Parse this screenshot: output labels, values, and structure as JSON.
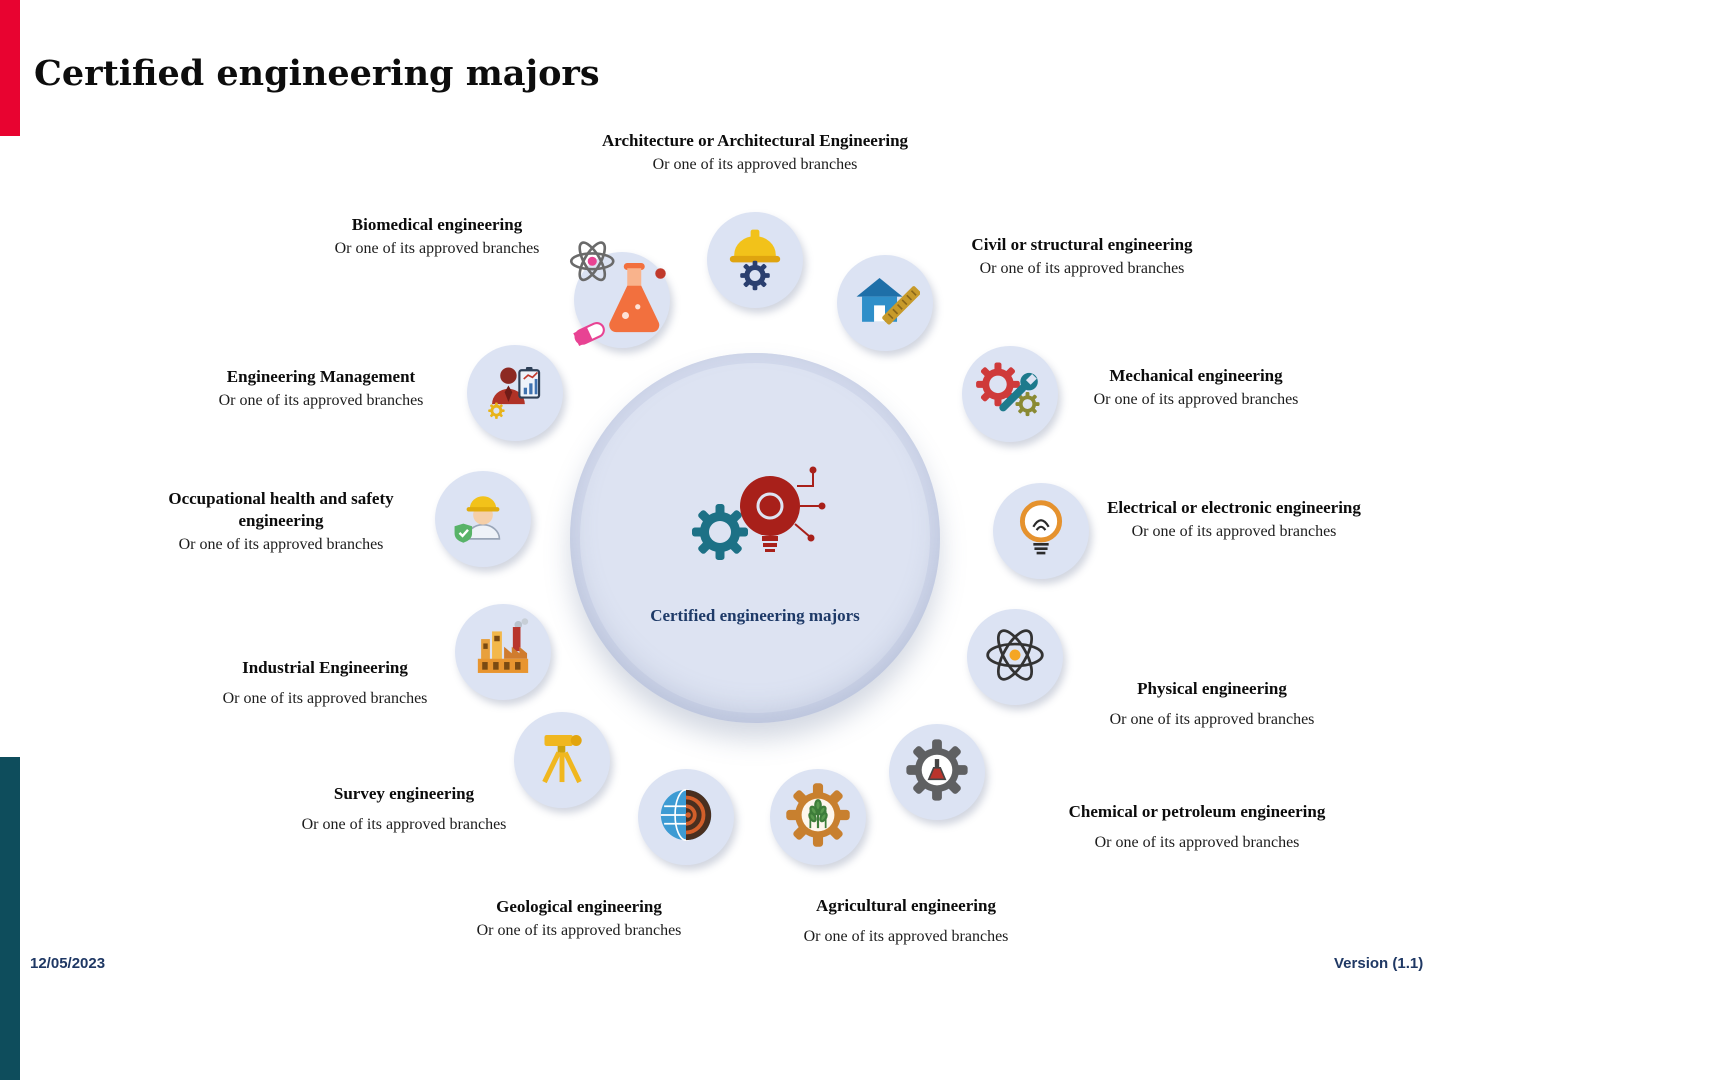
{
  "slide": {
    "title": "Certified engineering majors",
    "date": "12/05/2023",
    "version": "Version (1.1)",
    "center": {
      "label": "Certified engineering majors",
      "icon": "gear-lightbulb-icon"
    }
  },
  "colors": {
    "accent_red": "#e80330",
    "accent_teal": "#0e4d5c",
    "footer_text": "#1f3864",
    "node_circle": "#dce3f3",
    "center_circle": "#dde3f2",
    "title_text": "#0d0d0d"
  },
  "majors": [
    {
      "name": "Architecture or Architectural Engineering",
      "branches": "Or one of its approved branches",
      "icon": "hardhat-gear-icon"
    },
    {
      "name": "Civil or structural engineering",
      "branches": "Or one of its approved branches",
      "icon": "house-ruler-icon"
    },
    {
      "name": "Mechanical engineering",
      "branches": "Or one of its approved branches",
      "icon": "gears-wrench-icon"
    },
    {
      "name": "Electrical or electronic engineering",
      "branches": "Or one of its approved branches",
      "icon": "lightbulb-icon"
    },
    {
      "name": "Physical engineering",
      "branches": "Or one of its approved branches",
      "icon": "atom-icon"
    },
    {
      "name": "Chemical or petroleum engineering",
      "branches": "Or one of its approved branches",
      "icon": "gear-flask-icon"
    },
    {
      "name": "Agricultural engineering",
      "branches": "Or one of its approved branches",
      "icon": "gear-wheat-icon"
    },
    {
      "name": "Geological engineering",
      "branches": "Or one of its approved branches",
      "icon": "globe-strata-icon"
    },
    {
      "name": "Survey engineering",
      "branches": "Or one of its approved branches",
      "icon": "theodolite-tripod-icon"
    },
    {
      "name": "Industrial Engineering",
      "branches": "Or one of its approved branches",
      "icon": "factory-icon"
    },
    {
      "name": "Occupational health and safety engineering",
      "branches": "Or one of its approved branches",
      "icon": "worker-shield-icon"
    },
    {
      "name": "Engineering Management",
      "branches": "Or one of its approved branches",
      "icon": "manager-clipboard-icon"
    },
    {
      "name": "Biomedical engineering",
      "branches": "Or one of its approved branches",
      "icon": "flask-atom-pills-icon"
    }
  ]
}
